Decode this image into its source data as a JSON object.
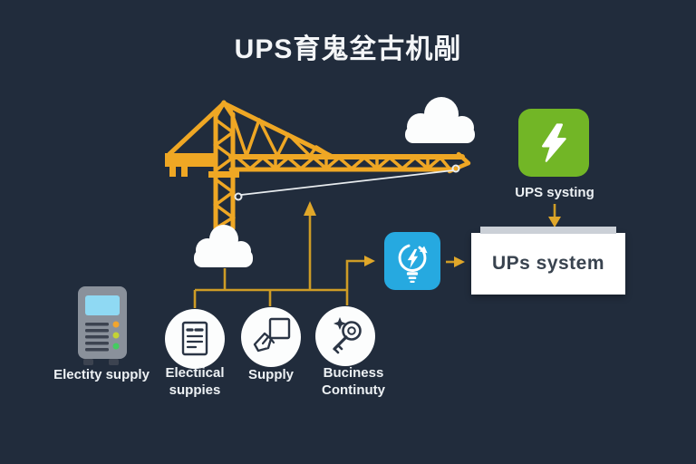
{
  "title": "UPS育鬼坌古机剮",
  "colors": {
    "background": "#212C3C",
    "crane_yellow": "#EFA724",
    "connector_yellow": "#CE9C26",
    "arrow_yellow": "#E0A72A",
    "ups_green": "#72B626",
    "converter_blue": "#26A9E0",
    "cloud_white": "#FCFDFD",
    "box_text": "#39434F"
  },
  "nodes": {
    "electricity_supply": {
      "label": "Electity supply",
      "icon": "ups-tower-server"
    },
    "electrical_supplies": {
      "label": "Electiical suppies",
      "icon": "document"
    },
    "supply": {
      "label": "Supply",
      "icon": "hand-holding-box"
    },
    "business_continuity": {
      "label": "Buciness Continuty",
      "icon": "key-sparkle"
    },
    "ups_power": {
      "label": "UPS systing",
      "icon": "lightning-bolt"
    },
    "power_converter": {
      "icon": "bulb-lightning-recycle"
    },
    "ups_system": {
      "label": "UPs system"
    }
  }
}
